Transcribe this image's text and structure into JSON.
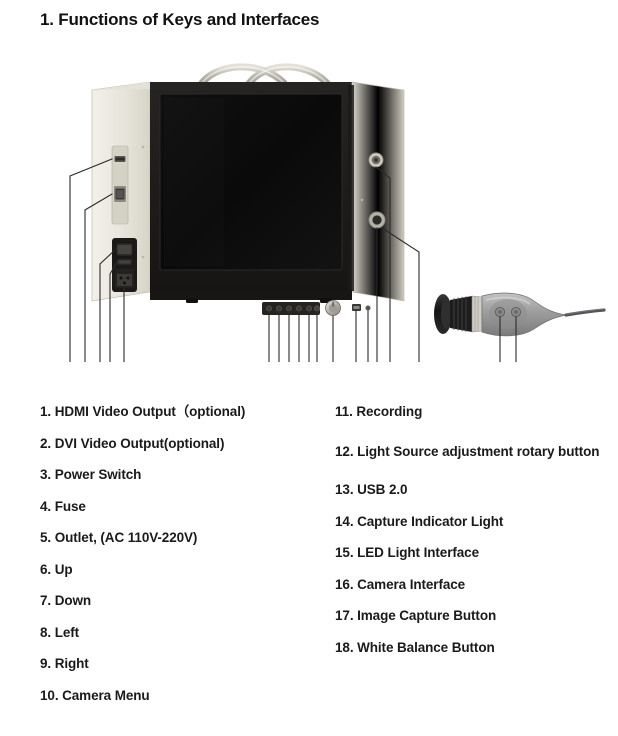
{
  "page": {
    "title": "1. Functions of Keys and Interfaces",
    "background_color": "#ffffff",
    "text_color": "#1a1a1a"
  },
  "figure": {
    "caption_numbers_left": [
      "1",
      "2",
      "3",
      "4",
      "5"
    ],
    "caption_numbers_center": [
      "6",
      "7",
      "8",
      "9",
      "10",
      "11",
      "12",
      "13",
      "14",
      "15",
      "16"
    ],
    "caption_numbers_camera": [
      "17",
      "18"
    ],
    "colors": {
      "chassis": "#e9e7dd",
      "chassis_shadow": "#d3d0c4",
      "bezel": "#1c1a19",
      "screen": "#0d0c0c",
      "handle": "#c9c7bd",
      "camera_body": "#9b9b9b",
      "camera_coupler": "#1a1a1a",
      "metal": "#b8b6ae",
      "leader_line": "#2b2b2b"
    },
    "parts": {
      "monitor": "medical-monitor-unit",
      "handle": "carry-handle",
      "screen": "display-screen",
      "hdmi_port": "hdmi-video-output-port",
      "dvi_port": "dvi-video-output-port",
      "power_switch": "power-switch",
      "fuse": "fuse-holder",
      "outlet": "ac-power-outlet",
      "keypad": "front-bezel-keypad",
      "rotary_knob": "light-source-rotary-knob",
      "usb_port": "usb-2-0-port",
      "capture_light": "capture-indicator-light",
      "led_interface": "led-light-interface-connector",
      "camera_interface": "camera-interface-connector",
      "camera_head": "endoscopic-camera-head",
      "camera_cable": "camera-cable",
      "capture_button": "image-capture-button",
      "white_balance_button": "white-balance-button"
    }
  },
  "legend": {
    "left_column": [
      {
        "num": "1",
        "label": "1. HDMI Video Output（optional)"
      },
      {
        "num": "2",
        "label": "2. DVI Video Output(optional)"
      },
      {
        "num": "3",
        "label": "3. Power Switch"
      },
      {
        "num": "4",
        "label": "4. Fuse"
      },
      {
        "num": "5",
        "label": "5. Outlet, (AC 110V-220V)"
      },
      {
        "num": "6",
        "label": "6. Up"
      },
      {
        "num": "7",
        "label": "7. Down"
      },
      {
        "num": "8",
        "label": "8. Left"
      },
      {
        "num": "9",
        "label": "9. Right"
      },
      {
        "num": "10",
        "label": "10. Camera Menu"
      }
    ],
    "right_column": [
      {
        "num": "11",
        "label": "11. Recording"
      },
      {
        "num": "12",
        "label": "12. Light Source adjustment rotary button"
      },
      {
        "num": "13",
        "label": "13. USB 2.0"
      },
      {
        "num": "14",
        "label": "14. Capture Indicator Light"
      },
      {
        "num": "15",
        "label": "15. LED Light Interface"
      },
      {
        "num": "16",
        "label": "16. Camera Interface"
      },
      {
        "num": "17",
        "label": "17. Image Capture Button"
      },
      {
        "num": "18",
        "label": "18. White Balance Button"
      }
    ]
  }
}
